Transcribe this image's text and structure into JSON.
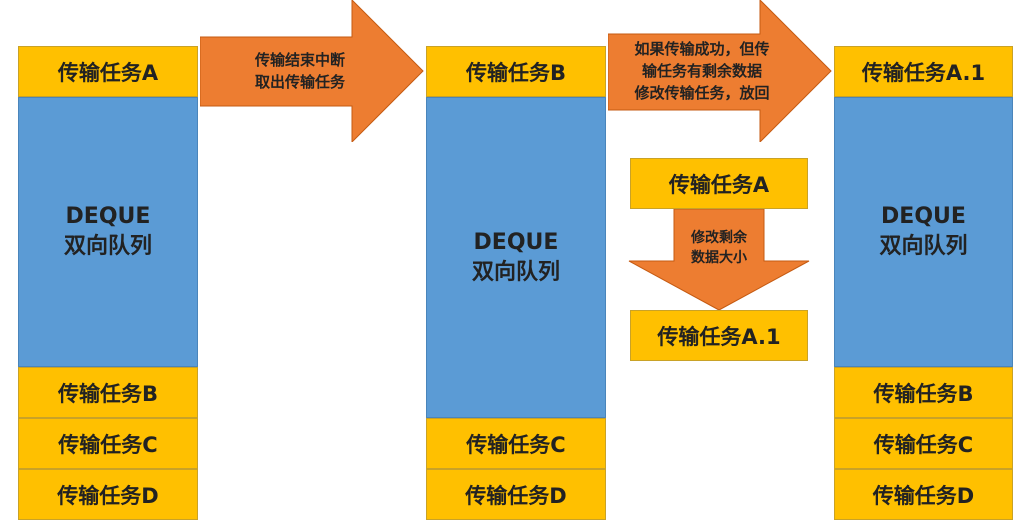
{
  "column_1": {
    "top_task": "传输任务A",
    "deque_line1": "DEQUE",
    "deque_line2": "双向队列",
    "tasks": [
      "传输任务B",
      "传输任务C",
      "传输任务D"
    ]
  },
  "arrow_1": {
    "lines": [
      "传输结束中断",
      "取出传输任务"
    ]
  },
  "column_2": {
    "top_task": "传输任务B",
    "deque_line1": "DEQUE",
    "deque_line2": "双向队列",
    "tasks": [
      "传输任务C",
      "传输任务D"
    ]
  },
  "arrow_2": {
    "lines": [
      "如果传输成功，但传",
      "输任务有剩余数据",
      "修改传输任务，放回"
    ]
  },
  "modify": {
    "from_task": "传输任务A",
    "arrow_lines": [
      "修改剩余",
      "数据大小"
    ],
    "to_task": "传输任务A.1"
  },
  "column_3": {
    "top_task": "传输任务A.1",
    "deque_line1": "DEQUE",
    "deque_line2": "双向队列",
    "tasks": [
      "传输任务B",
      "传输任务C",
      "传输任务D"
    ]
  },
  "colors": {
    "task_fill": "#ffc000",
    "deque_fill": "#5b9bd5",
    "arrow_fill": "#ed7d31"
  }
}
